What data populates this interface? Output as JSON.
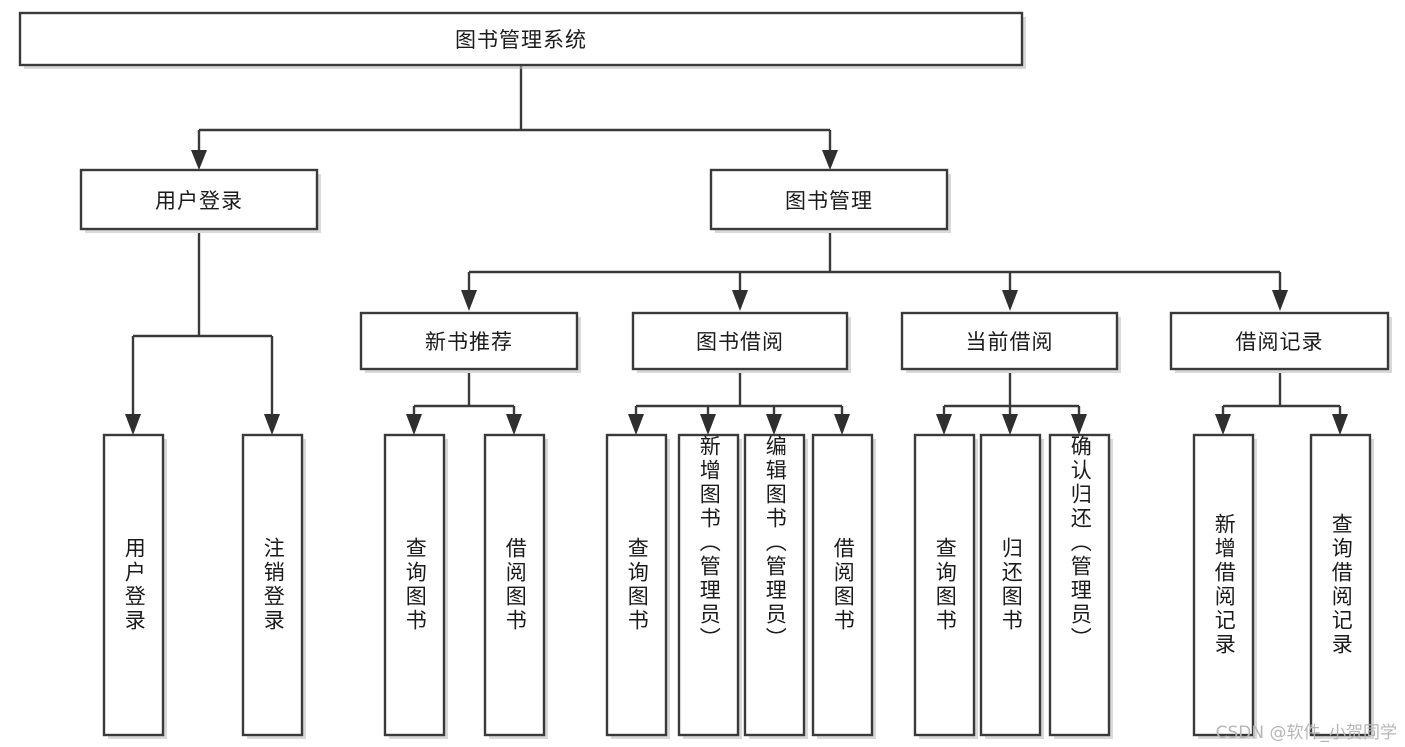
{
  "diagram": {
    "title": "图书管理系统",
    "type": "hierarchy-tree",
    "levels": 4,
    "colors": {
      "box_stroke": "#3a3a3a",
      "box_fill": "#ffffff",
      "connector": "#3a3a3a",
      "text": "#1b1b1b",
      "watermark": "#b6b6b6",
      "background": "#ffffff"
    },
    "root": {
      "label": "图书管理系统"
    },
    "level2": [
      {
        "label": "用户登录"
      },
      {
        "label": "图书管理"
      }
    ],
    "level3": [
      {
        "label": "新书推荐"
      },
      {
        "label": "图书借阅"
      },
      {
        "label": "当前借阅"
      },
      {
        "label": "借阅记录"
      }
    ],
    "leaves": {
      "user_login": [
        {
          "label": "用户登录"
        },
        {
          "label": "注销登录"
        }
      ],
      "new_book_recommend": [
        {
          "label": "查询图书"
        },
        {
          "label": "借阅图书"
        }
      ],
      "book_borrow": [
        {
          "label": "查询图书"
        },
        {
          "label": "新增图书（管理员）"
        },
        {
          "label": "编辑图书（管理员）"
        },
        {
          "label": "借阅图书"
        }
      ],
      "current_borrow": [
        {
          "label": "查询图书"
        },
        {
          "label": "归还图书"
        },
        {
          "label": "确认归还（管理员）"
        }
      ],
      "borrow_record": [
        {
          "label": "新增借阅记录"
        },
        {
          "label": "查询借阅记录"
        }
      ]
    }
  },
  "watermark": {
    "text": "CSDN @软件_小贺同学"
  }
}
